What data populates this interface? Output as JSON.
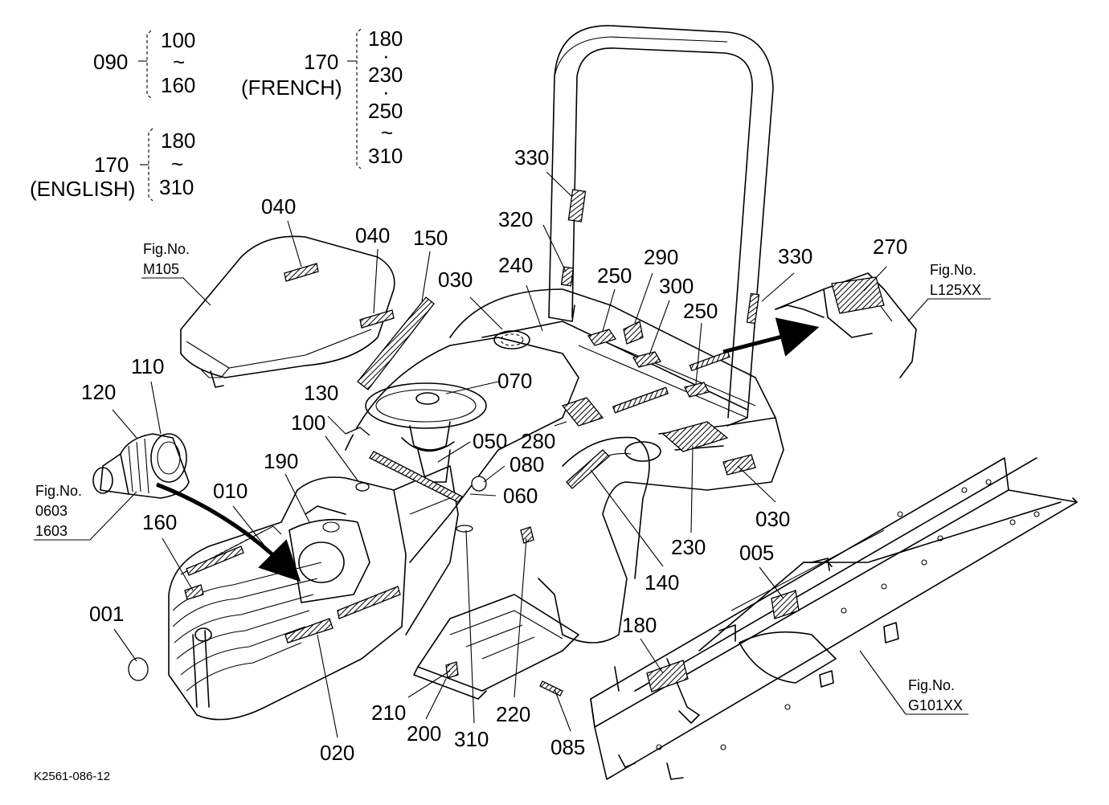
{
  "drawing_code": "K2561-086-12",
  "range_groups": [
    {
      "key": "g090",
      "part": "090",
      "note": "",
      "items": [
        "100",
        "~",
        "160"
      ]
    },
    {
      "key": "g170en",
      "part": "170",
      "note": "(ENGLISH)",
      "items": [
        "180",
        "~",
        "310"
      ]
    },
    {
      "key": "g170fr",
      "part": "170",
      "note": "(FRENCH)",
      "items": [
        "180",
        "·",
        "230",
        "·",
        "250",
        "~",
        "310"
      ]
    }
  ],
  "fig_refs": [
    {
      "key": "m105",
      "label": "Fig.No.",
      "codes": [
        "M105"
      ]
    },
    {
      "key": "l125",
      "label": "Fig.No.",
      "codes": [
        "L125XX"
      ]
    },
    {
      "key": "c0603",
      "label": "Fig.No.",
      "codes": [
        "0603",
        "1603"
      ]
    },
    {
      "key": "g101",
      "label": "Fig.No.",
      "codes": [
        "G101XX"
      ]
    }
  ],
  "callouts": {
    "c040a": "040",
    "c040b": "040",
    "c150": "150",
    "c030a": "030",
    "c240": "240",
    "c330a": "330",
    "c320": "320",
    "c250a": "250",
    "c290": "290",
    "c300": "300",
    "c250b": "250",
    "c330b": "330",
    "c270": "270",
    "c110": "110",
    "c120": "120",
    "c130": "130",
    "c070": "070",
    "c100": "100",
    "c050": "050",
    "c280": "280",
    "c080": "080",
    "c060": "060",
    "c190": "190",
    "c010": "010",
    "c160": "160",
    "c030b": "030",
    "c230": "230",
    "c140": "140",
    "c005": "005",
    "c001": "001",
    "c180": "180",
    "c210": "210",
    "c200": "200",
    "c310": "310",
    "c220": "220",
    "c020": "020",
    "c085": "085"
  }
}
